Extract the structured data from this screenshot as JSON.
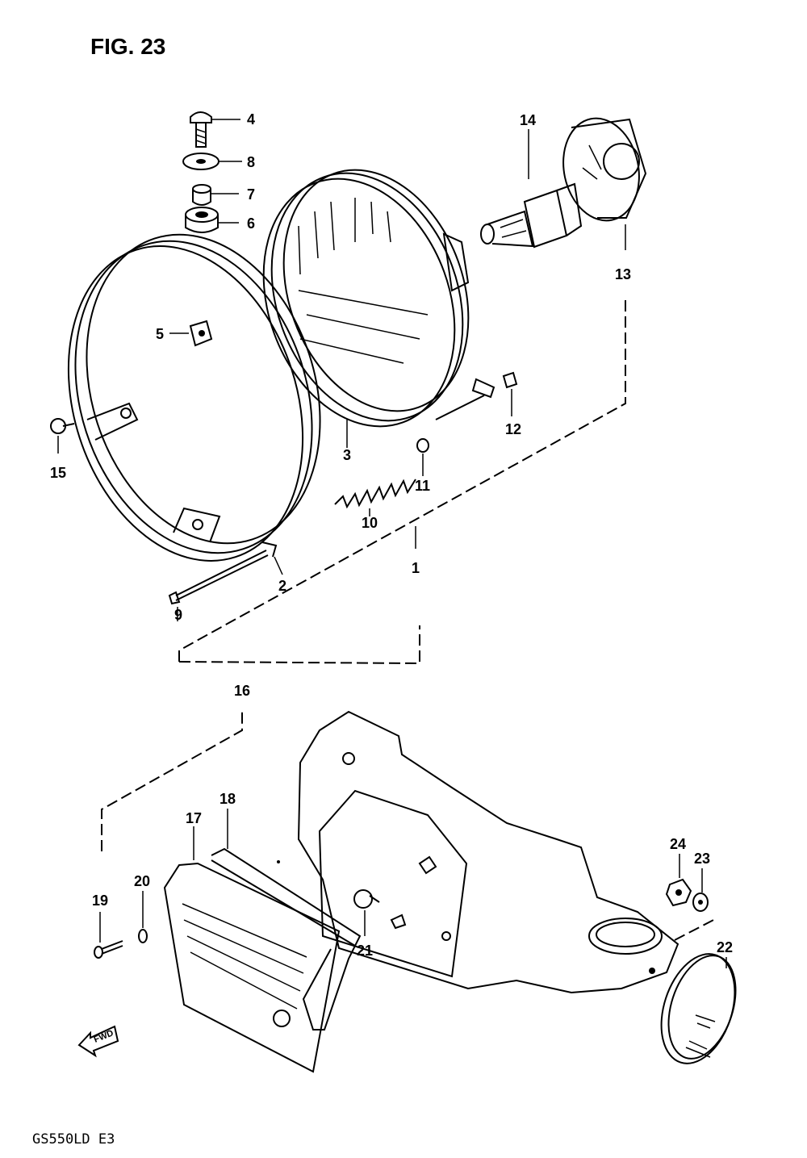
{
  "figure": {
    "title": "FIG. 23",
    "model_code": "GS550LD  E3",
    "direction_marker": "FWD"
  },
  "callouts": {
    "c1": "1",
    "c2": "2",
    "c3": "3",
    "c4": "4",
    "c5": "5",
    "c6": "6",
    "c7": "7",
    "c8": "8",
    "c9": "9",
    "c10": "10",
    "c11": "11",
    "c12": "12",
    "c13": "13",
    "c14": "14",
    "c15": "15",
    "c16": "16",
    "c17": "17",
    "c18": "18",
    "c19": "19",
    "c20": "20",
    "c21": "21",
    "c22": "22",
    "c23": "23",
    "c24": "24"
  }
}
